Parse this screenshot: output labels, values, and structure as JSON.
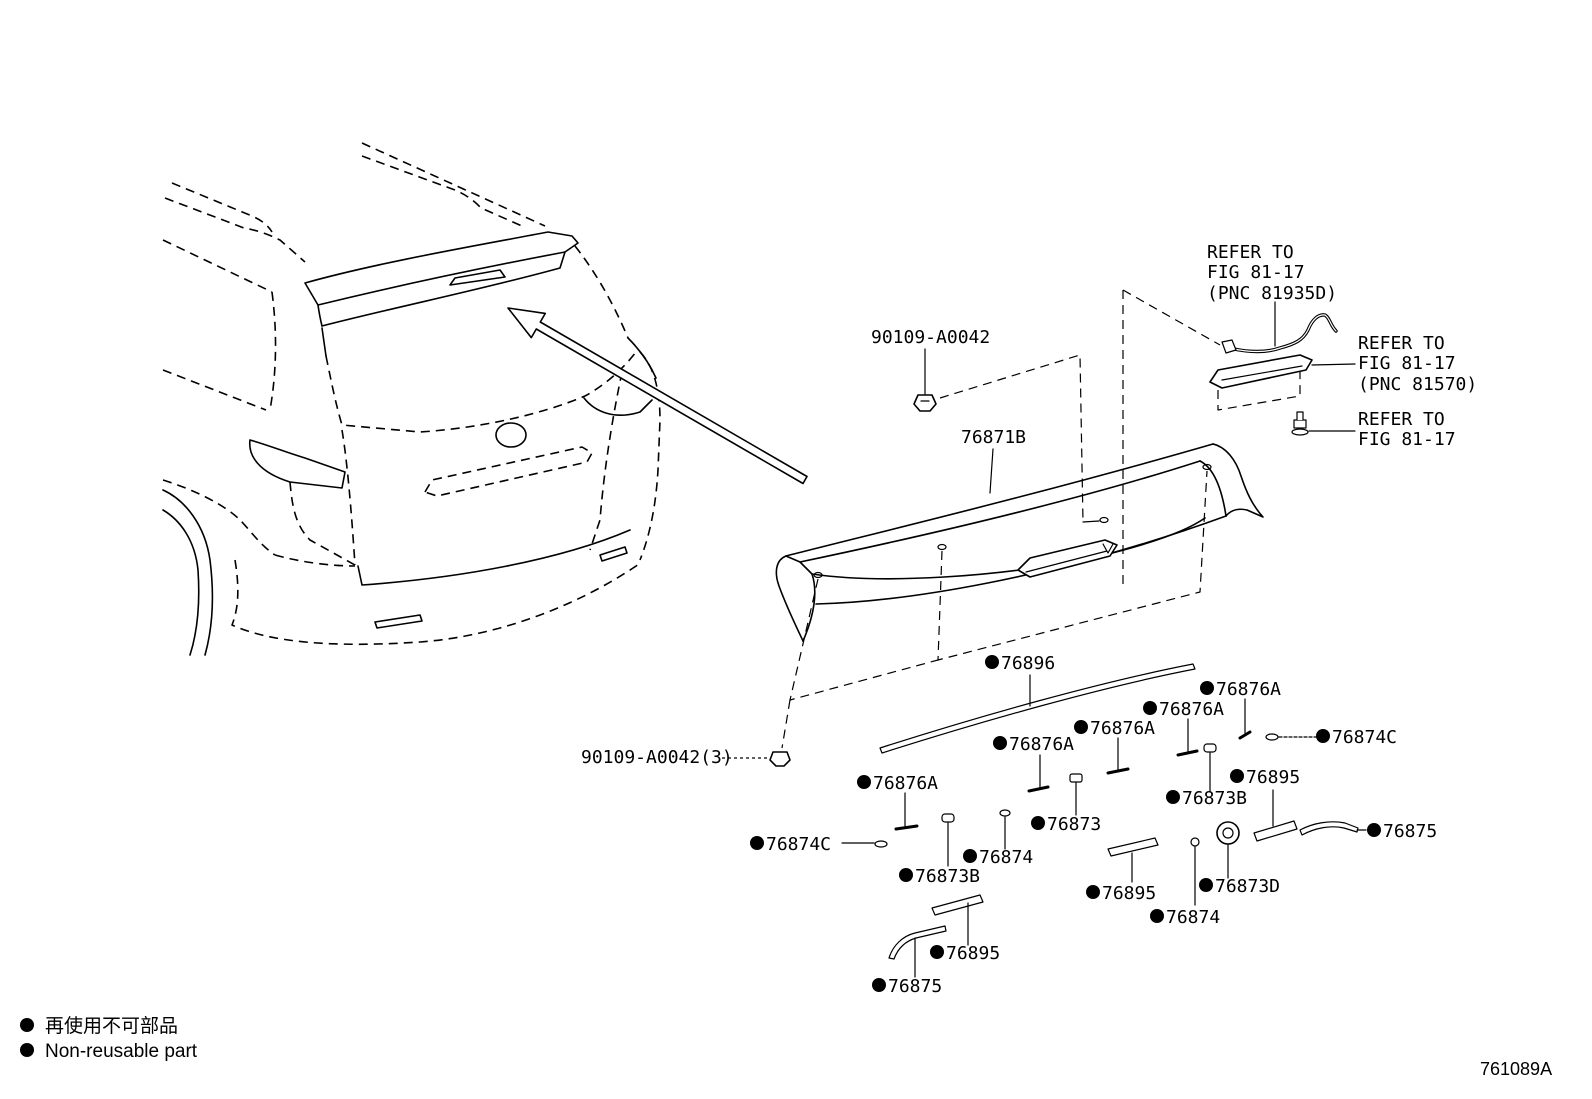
{
  "colors": {
    "ink": "#000000",
    "paper": "#ffffff"
  },
  "diagram": {
    "code": "761089A",
    "references": [
      {
        "lines": [
          "REFER TO",
          "FIG 81-17",
          "(PNC 81935D)"
        ]
      },
      {
        "lines": [
          "REFER TO",
          "FIG 81-17",
          "(PNC 81570)"
        ]
      },
      {
        "lines": [
          "REFER TO",
          "FIG 81-17"
        ]
      }
    ],
    "callouts": [
      {
        "part": "90109-A0042",
        "non_reusable": false
      },
      {
        "part": "76871B",
        "non_reusable": false
      },
      {
        "part": "76896",
        "non_reusable": true
      },
      {
        "part": "76876A",
        "non_reusable": true
      },
      {
        "part": "76876A",
        "non_reusable": true
      },
      {
        "part": "76876A",
        "non_reusable": true
      },
      {
        "part": "76876A",
        "non_reusable": true
      },
      {
        "part": "76874C",
        "non_reusable": true
      },
      {
        "part": "90109-A0042(3)",
        "non_reusable": false
      },
      {
        "part": "76876A",
        "non_reusable": true
      },
      {
        "part": "76895",
        "non_reusable": true
      },
      {
        "part": "76873B",
        "non_reusable": true
      },
      {
        "part": "76873",
        "non_reusable": true
      },
      {
        "part": "76874C",
        "non_reusable": true
      },
      {
        "part": "76874",
        "non_reusable": true
      },
      {
        "part": "76875",
        "non_reusable": true
      },
      {
        "part": "76873B",
        "non_reusable": true
      },
      {
        "part": "76873D",
        "non_reusable": true
      },
      {
        "part": "76895",
        "non_reusable": true
      },
      {
        "part": "76874",
        "non_reusable": true
      },
      {
        "part": "76895",
        "non_reusable": true
      },
      {
        "part": "76875",
        "non_reusable": true
      }
    ]
  },
  "legend": {
    "label_ja": "再使用不可部品",
    "label_en": "Non-reusable part"
  }
}
